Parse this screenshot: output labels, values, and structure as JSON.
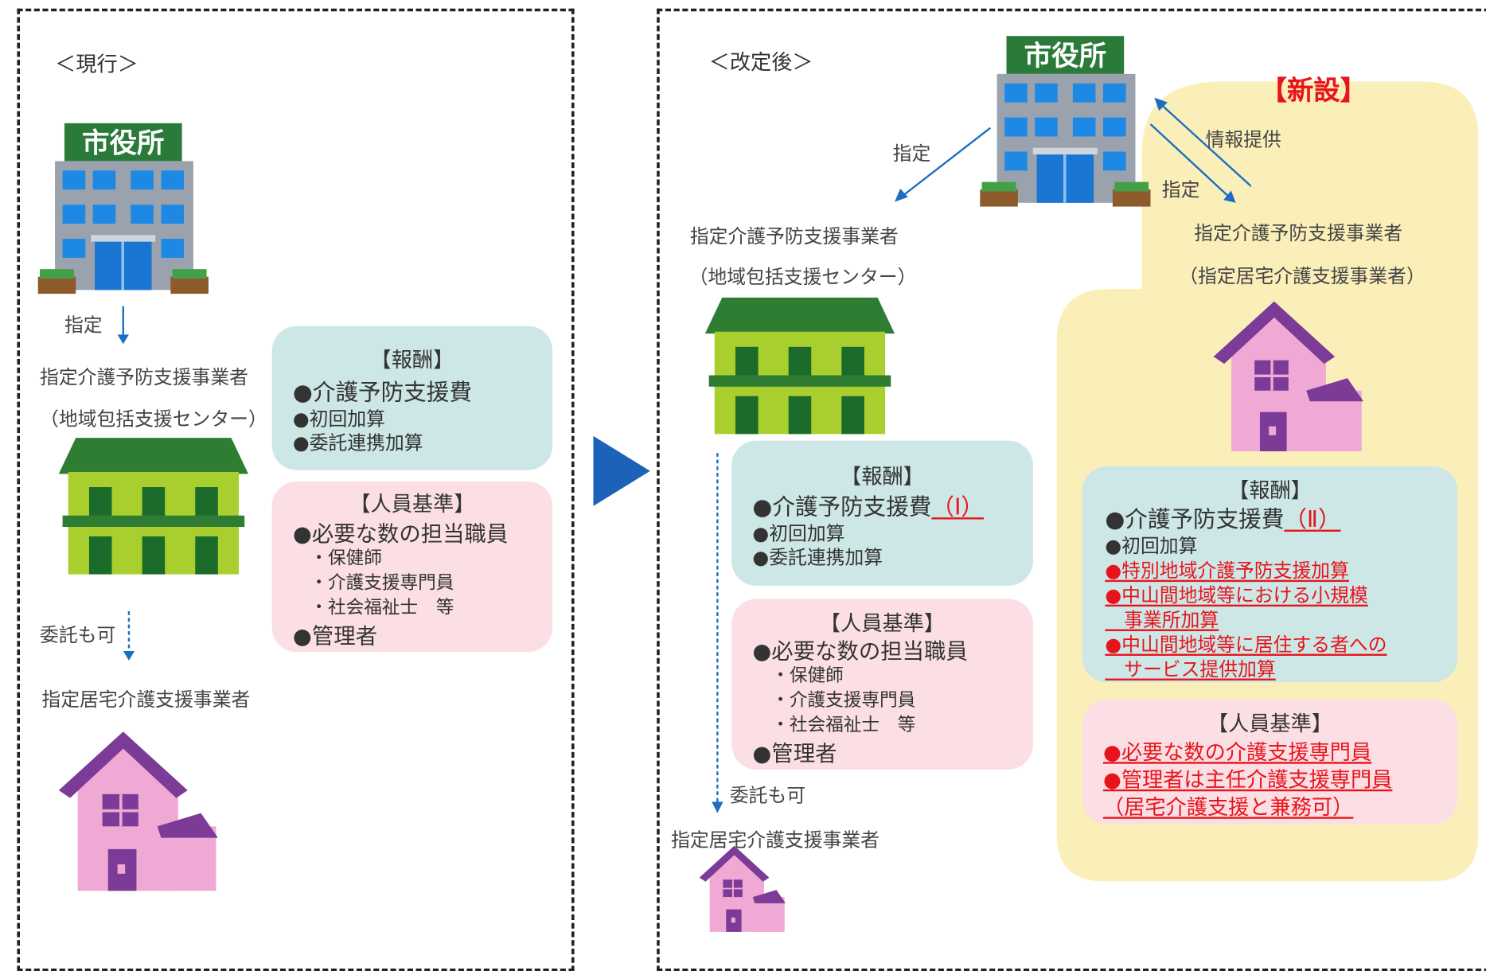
{
  "current": {
    "heading": "＜現行＞",
    "city_hall_sign": "市役所",
    "designation_label": "指定",
    "office_name": "指定介護予防支援事業者",
    "office_sub": "（地域包括支援センター）",
    "consign_label": "委託も可",
    "home_office_name": "指定居宅介護支援事業者",
    "fee_box": {
      "title": "【報酬】",
      "items": [
        "●介護予防支援費",
        "●初回加算",
        "●委託連携加算"
      ]
    },
    "staff_box": {
      "title": "【人員基準】",
      "item1": "●必要な数の担当職員",
      "sub": [
        "・保健師",
        "・介護支援専門員",
        "・社会福祉士　等"
      ],
      "item2": "●管理者"
    }
  },
  "revised": {
    "heading": "＜改定後＞",
    "city_hall_sign": "市役所",
    "new_label": "【新設】",
    "designation_left": "指定",
    "info_label": "情報提供",
    "designation_right": "指定",
    "left_office_name": "指定介護予防支援事業者",
    "left_office_sub": "（地域包括支援センター）",
    "right_office_name": "指定介護予防支援事業者",
    "right_office_sub": "（指定居宅介護支援事業者）",
    "consign_label": "委託も可",
    "home_office_name": "指定居宅介護支援事業者",
    "left_fee_box": {
      "title": "【報酬】",
      "item1_prefix": "●介護予防支援費",
      "item1_suffix": "（Ⅰ）",
      "items": [
        "●初回加算",
        "●委託連携加算"
      ]
    },
    "left_staff_box": {
      "title": "【人員基準】",
      "item1": "●必要な数の担当職員",
      "sub": [
        "・保健師",
        "・介護支援専門員",
        "・社会福祉士　等"
      ],
      "item2": "●管理者"
    },
    "right_fee_box": {
      "title": "【報酬】",
      "item1_prefix": "●介護予防支援費",
      "item1_suffix": "（Ⅱ）",
      "item2": "●初回加算",
      "red_items": [
        "●特別地域介護予防支援加算",
        "●中山間地域等における小規模",
        "　事業所加算",
        "●中山間地域等に居住する者への",
        "　サービス提供加算"
      ]
    },
    "right_staff_box": {
      "title": "【人員基準】",
      "red_items": [
        "●必要な数の介護支援専門員",
        "●管理者は主任介護支援専門員",
        "（居宅介護支援と兼務可）"
      ]
    }
  },
  "colors": {
    "fee_box": "#cde6e6",
    "staff_box": "#fbdfe4",
    "new_area": "#fbefb9",
    "arrow_blue": "#1a6fc2",
    "big_triangle": "#1c62b9",
    "red_text": "#e8141c",
    "building_green": "#2e7d32",
    "building_lime": "#a8cf2e",
    "house_purple": "#7b3b97",
    "house_pink": "#f0a8d4"
  }
}
